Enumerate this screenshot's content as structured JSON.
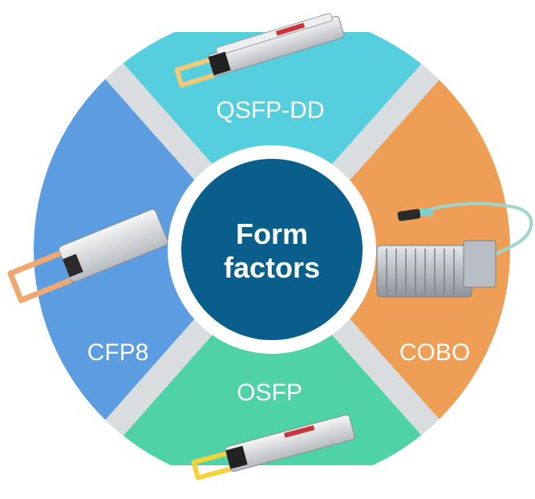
{
  "center": {
    "line1": "Form",
    "line2": "factors",
    "color": "#0a5e8c",
    "ring_color": "#ffffff"
  },
  "segments": [
    {
      "id": "qsfp-dd",
      "label": "QSFP-DD",
      "color": "#55cede",
      "module_icon": "qsfp-dd-transceiver-icon"
    },
    {
      "id": "cobo",
      "label": "COBO",
      "color": "#ef9f55",
      "module_icon": "cobo-heatsink-module-icon"
    },
    {
      "id": "osfp",
      "label": "OSFP",
      "color": "#4fd2a6",
      "module_icon": "osfp-transceiver-icon"
    },
    {
      "id": "cfp8",
      "label": "CFP8",
      "color": "#5b9de0",
      "module_icon": "cfp8-transceiver-icon"
    }
  ],
  "separator_color": "#d9dde0"
}
